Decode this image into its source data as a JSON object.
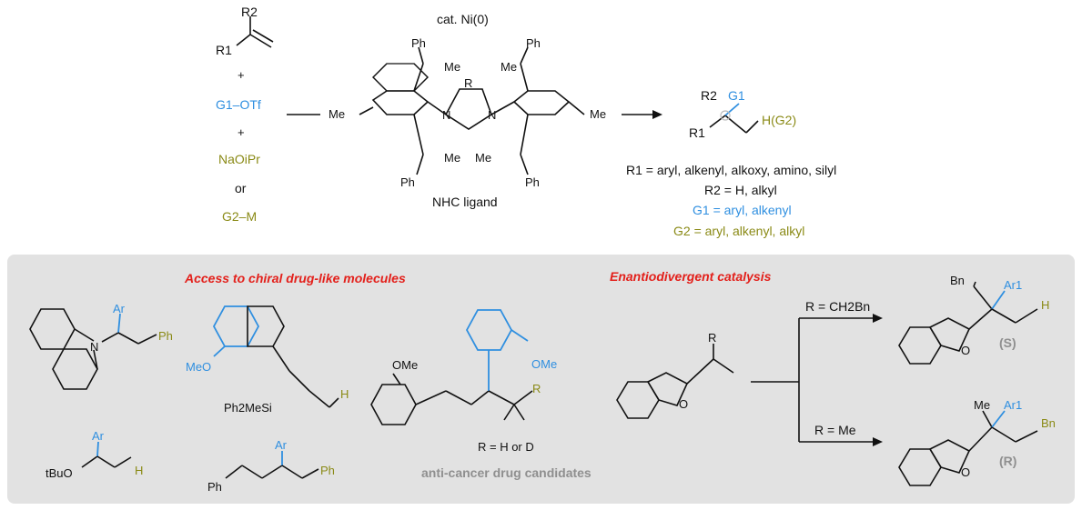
{
  "top_scheme": {
    "reagents": {
      "alkene_r2": "R2",
      "alkene_r1": "R1",
      "plus_1": "+",
      "electrophile": "G1–OTf",
      "plus_2": "+",
      "hydride": "NaOiPr",
      "or": "or",
      "nucleophile": "G2–M"
    },
    "catalyst_label": "cat. Ni(0)",
    "ligand_label": "NHC ligand",
    "ligand_atoms": {
      "ph": "Ph",
      "me": "Me",
      "r": "R",
      "n": "N"
    },
    "product_labels": {
      "r2": "R2",
      "g1": "G1",
      "r1": "R1",
      "h_g2": "H(G2)"
    },
    "scope": {
      "r1": "R1 = aryl, alkenyl, alkoxy, amino, silyl",
      "r2": "R2 = H, alkyl",
      "g1": "G1 = aryl, alkenyl",
      "g2": "G2 = aryl, alkenyl, alkyl"
    }
  },
  "bottom_panel": {
    "access_title": "Access to chiral drug-like molecules",
    "enantio_title": "Enantiodivergent catalysis",
    "molecules": {
      "carbazole": {
        "ar": "Ar",
        "n": "N",
        "ph": "Ph"
      },
      "ether": {
        "ar": "Ar",
        "tbuo": "tBuO",
        "h": "H"
      },
      "silane": {
        "meo": "MeO",
        "si": "Ph2MeSi",
        "h": "H"
      },
      "styrenyl": {
        "ar": "Ar",
        "ph_left": "Ph",
        "ph_right": "Ph"
      },
      "drug": {
        "ome_left": "OMe",
        "ome_right": "OMe",
        "r": "R",
        "r_eq": "R = H or D"
      }
    },
    "drug_note": "anti-cancer drug candidates",
    "enantio": {
      "substrate_r": "R",
      "substrate_o": "O",
      "cond_top": "R = CH2Bn",
      "cond_bottom": "R = Me",
      "prod_top": {
        "bn": "Bn",
        "ar": "Ar1",
        "h": "H",
        "o": "O",
        "config": "(S)"
      },
      "prod_bottom": {
        "me": "Me",
        "ar": "Ar1",
        "bn": "Bn",
        "o": "O",
        "config": "(R)"
      }
    }
  },
  "colors": {
    "panel": "#e2e2e2",
    "blue": "#2f8fe0",
    "olive": "#8a8a16",
    "red": "#e3201b",
    "grey": "#8f8f8f"
  }
}
